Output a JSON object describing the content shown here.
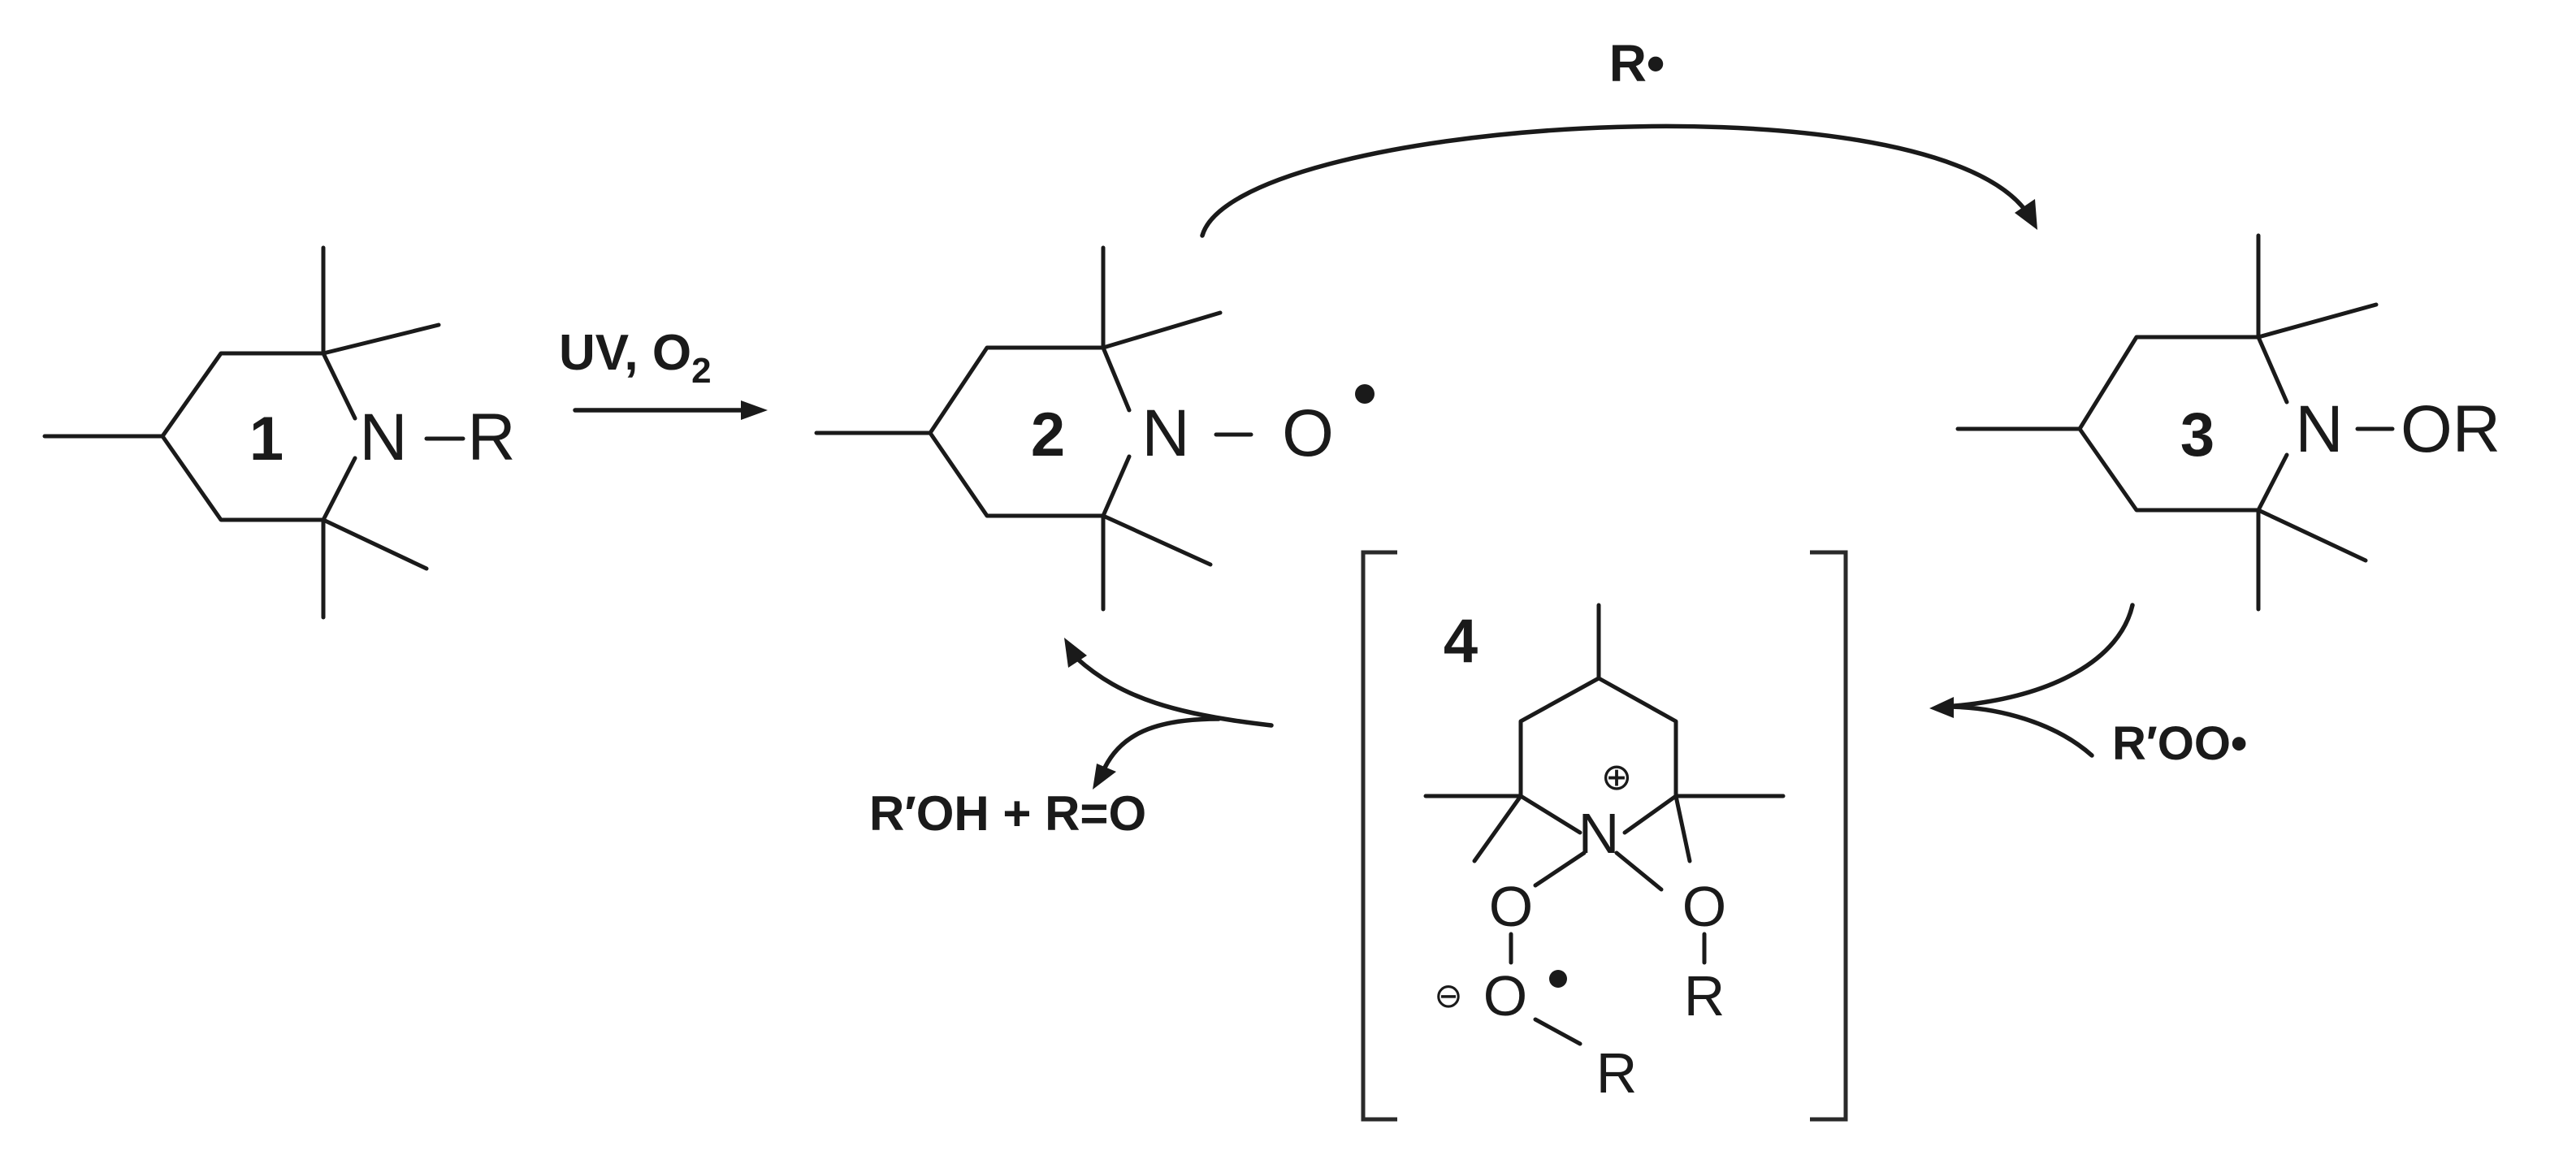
{
  "compounds": {
    "c1": {
      "number": "1",
      "N": "N",
      "R": "R"
    },
    "c2": {
      "number": "2",
      "N": "N",
      "O": "O"
    },
    "c3": {
      "number": "3",
      "N": "N",
      "OR": "OR"
    },
    "c4": {
      "number": "4",
      "N": "N",
      "plus": "⊕",
      "minus": "⊖",
      "O_left_top": "O",
      "O_left_bottom": "O",
      "R_left": "R",
      "O_right": "O",
      "R_right": "R"
    }
  },
  "conditions": {
    "step1_label": "UV, O",
    "step1_sub": "2",
    "radical_R": "R•",
    "peroxy": "R′OO•",
    "byproducts": "R′OH + R=O"
  }
}
